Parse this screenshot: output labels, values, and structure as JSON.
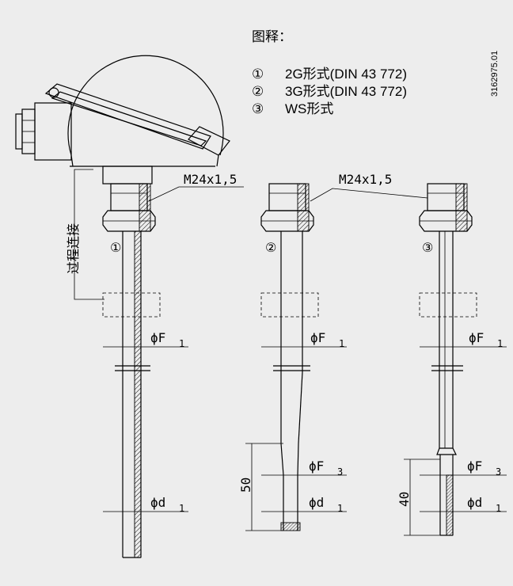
{
  "legend": {
    "title": "图释：",
    "items": [
      {
        "mark": "①",
        "text": "2G形式(DIN 43 772)"
      },
      {
        "mark": "②",
        "text": "3G形式(DIN 43 772)"
      },
      {
        "mark": "③",
        "text": "WS形式"
      }
    ]
  },
  "doc_id": "3162975.01",
  "labels": {
    "process_connection": "过程连接",
    "thread": "M24x1,5",
    "phi_f": "ϕF",
    "phi_d": "ϕd",
    "sub_1": "1",
    "sub_3": "3",
    "dim_50": "50",
    "dim_40": "40",
    "marker_1": "①",
    "marker_2": "②",
    "marker_3": "③"
  }
}
